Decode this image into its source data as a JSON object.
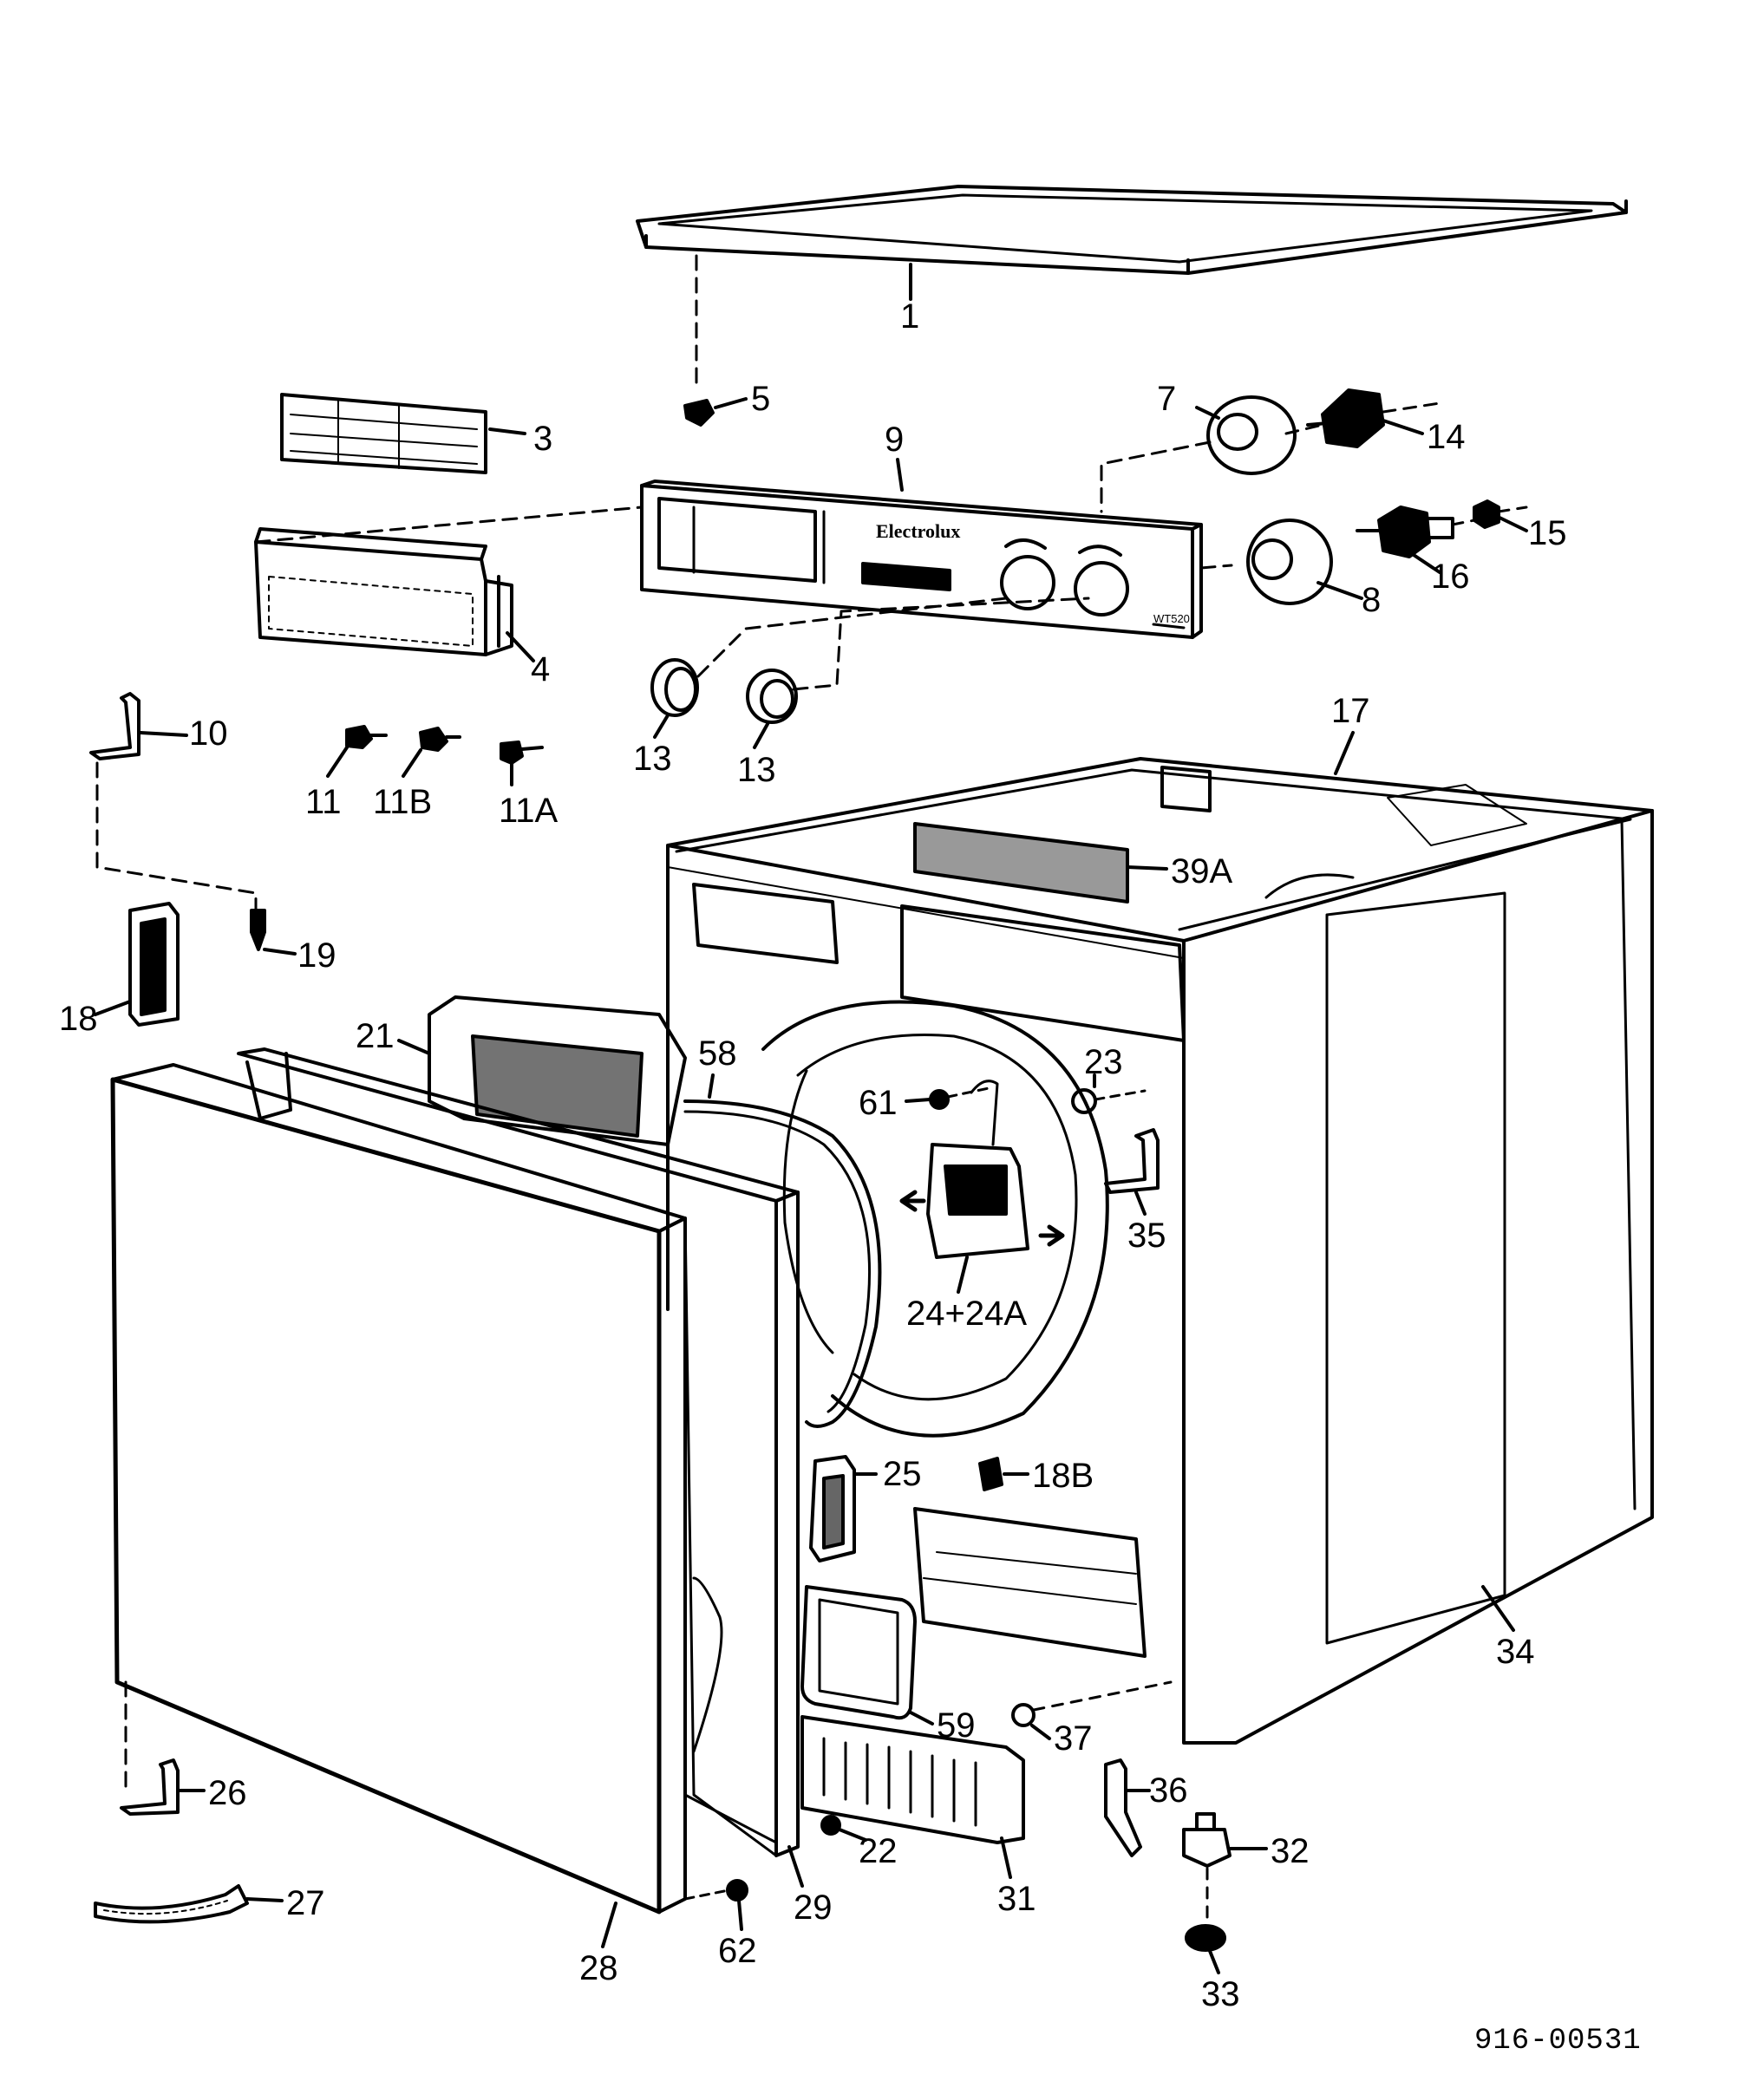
{
  "diagram": {
    "labels": {
      "p1": "1",
      "p3": "3",
      "p4": "4",
      "p5": "5",
      "p7": "7",
      "p8": "8",
      "p9": "9",
      "p10": "10",
      "p11": "11",
      "p11b": "11B",
      "p11a": "11A",
      "p13a": "13",
      "p13b": "13",
      "p14": "14",
      "p15": "15",
      "p16": "16",
      "p17": "17",
      "p18": "18",
      "p18b": "18B",
      "p19": "19",
      "p21": "21",
      "p22": "22",
      "p23": "23",
      "p24": "24+24A",
      "p25": "25",
      "p26": "26",
      "p27": "27",
      "p28": "28",
      "p29": "29",
      "p31": "31",
      "p32": "32",
      "p33": "33",
      "p34": "34",
      "p35": "35",
      "p36": "36",
      "p37": "37",
      "p39a": "39A",
      "p58": "58",
      "p59": "59",
      "p61": "61",
      "p62": "62"
    },
    "panel_brand": "Electrolux",
    "panel_model": "WT520",
    "reference": "916-00531"
  }
}
